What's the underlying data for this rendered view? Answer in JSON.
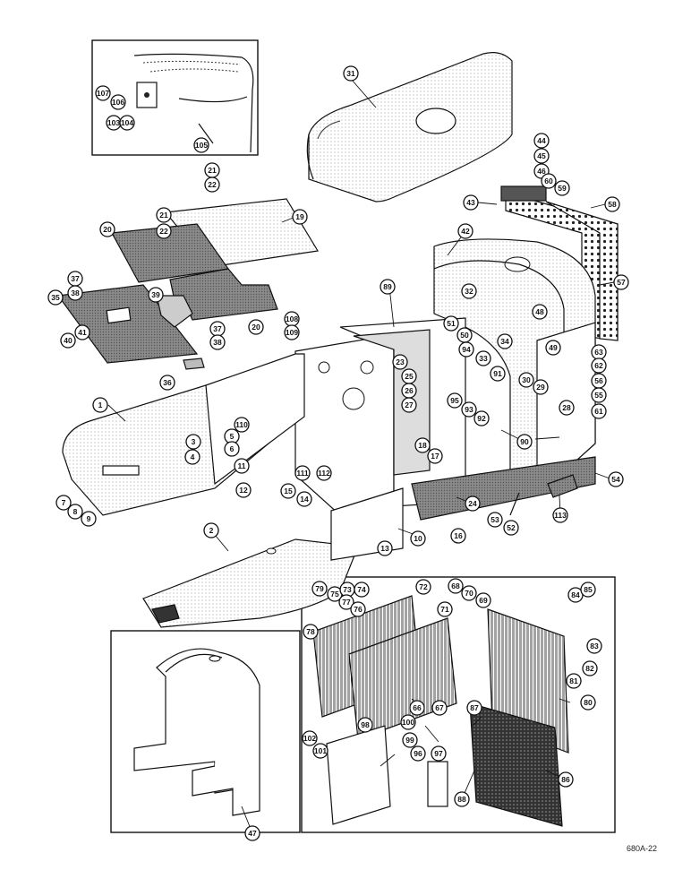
{
  "title": "",
  "doc_code": "680A-22",
  "callouts": {
    "c1": "1",
    "c2": "2",
    "c3": "3",
    "c4": "4",
    "c5": "5",
    "c6": "6",
    "c7": "7",
    "c8": "8",
    "c9": "9",
    "c10": "10",
    "c11": "11",
    "c12": "12",
    "c13": "13",
    "c14": "14",
    "c15": "15",
    "c16": "16",
    "c17": "17",
    "c18": "18",
    "c19": "19",
    "c20a": "20",
    "c20b": "20",
    "c21a": "21",
    "c21b": "21",
    "c22a": "22",
    "c22b": "22",
    "c23": "23",
    "c24": "24",
    "c25": "25",
    "c26": "26",
    "c27": "27",
    "c28": "28",
    "c29": "29",
    "c30": "30",
    "c31": "31",
    "c32": "32",
    "c33": "33",
    "c34": "34",
    "c35": "35",
    "c36": "36",
    "c37a": "37",
    "c37b": "37",
    "c38a": "38",
    "c38b": "38",
    "c39": "39",
    "c40": "40",
    "c41": "41",
    "c42": "42",
    "c43": "43",
    "c44": "44",
    "c45": "45",
    "c46": "46",
    "c47": "47",
    "c48": "48",
    "c49": "49",
    "c50": "50",
    "c51": "51",
    "c52": "52",
    "c53": "53",
    "c54": "54",
    "c55": "55",
    "c56": "56",
    "c57": "57",
    "c58": "58",
    "c59": "59",
    "c60": "60",
    "c61": "61",
    "c62": "62",
    "c63": "63",
    "c66": "66",
    "c67": "67",
    "c68": "68",
    "c69": "69",
    "c70": "70",
    "c71": "71",
    "c72": "72",
    "c73": "73",
    "c74": "74",
    "c75": "75",
    "c76": "76",
    "c77": "77",
    "c78": "78",
    "c79": "79",
    "c80": "80",
    "c81": "81",
    "c82": "82",
    "c83": "83",
    "c84": "84",
    "c85": "85",
    "c86": "86",
    "c87": "87",
    "c88": "88",
    "c89": "89",
    "c90": "90",
    "c91": "91",
    "c92": "92",
    "c93": "93",
    "c94": "94",
    "c95": "95",
    "c96": "96",
    "c97": "97",
    "c98": "98",
    "c99": "99",
    "c100": "100",
    "c101": "101",
    "c102": "102",
    "c103": "103",
    "c104": "104",
    "c105": "105",
    "c106": "106",
    "c107": "107",
    "c108": "108",
    "c109": "109",
    "c110": "110",
    "c111": "111",
    "c112": "112",
    "c113": "113"
  }
}
